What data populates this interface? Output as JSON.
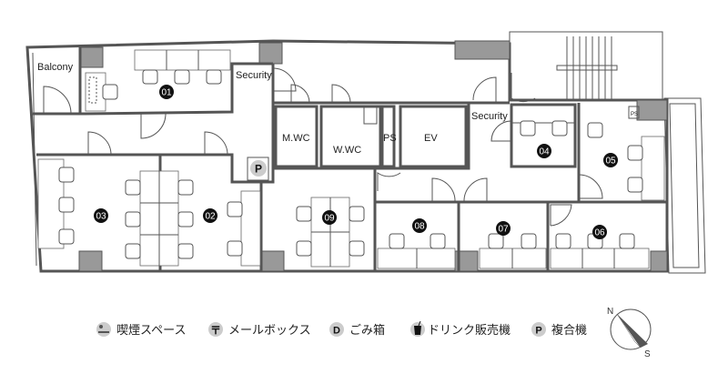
{
  "floor_plan": {
    "rooms": {
      "balcony": "Balcony",
      "security_1": "Security",
      "security_2": "Security",
      "mwc": "M.WC",
      "wwc": "W.WC",
      "ps_1": "PS",
      "ps_2": "PS",
      "ev": "EV"
    },
    "office_numbers": [
      "01",
      "02",
      "03",
      "04",
      "05",
      "06",
      "07",
      "08",
      "09"
    ],
    "copier_mark": "P"
  },
  "legend": {
    "items": [
      {
        "icon": "smoking-icon",
        "glyph": "",
        "label": "喫煙スペース"
      },
      {
        "icon": "mailbox-icon",
        "glyph": "〒",
        "label": "メールボックス"
      },
      {
        "icon": "trash-icon",
        "glyph": "D",
        "label": "ごみ箱"
      },
      {
        "icon": "drink-vending-icon",
        "glyph": "",
        "label": "ドリンク販売機"
      },
      {
        "icon": "copier-icon",
        "glyph": "P",
        "label": "複合機"
      }
    ]
  },
  "compass": {
    "north": "N",
    "south": "S"
  },
  "colors": {
    "wall": "#555555",
    "column": "#999999",
    "badge": "#111111",
    "legend_icon": "#cccccc"
  }
}
